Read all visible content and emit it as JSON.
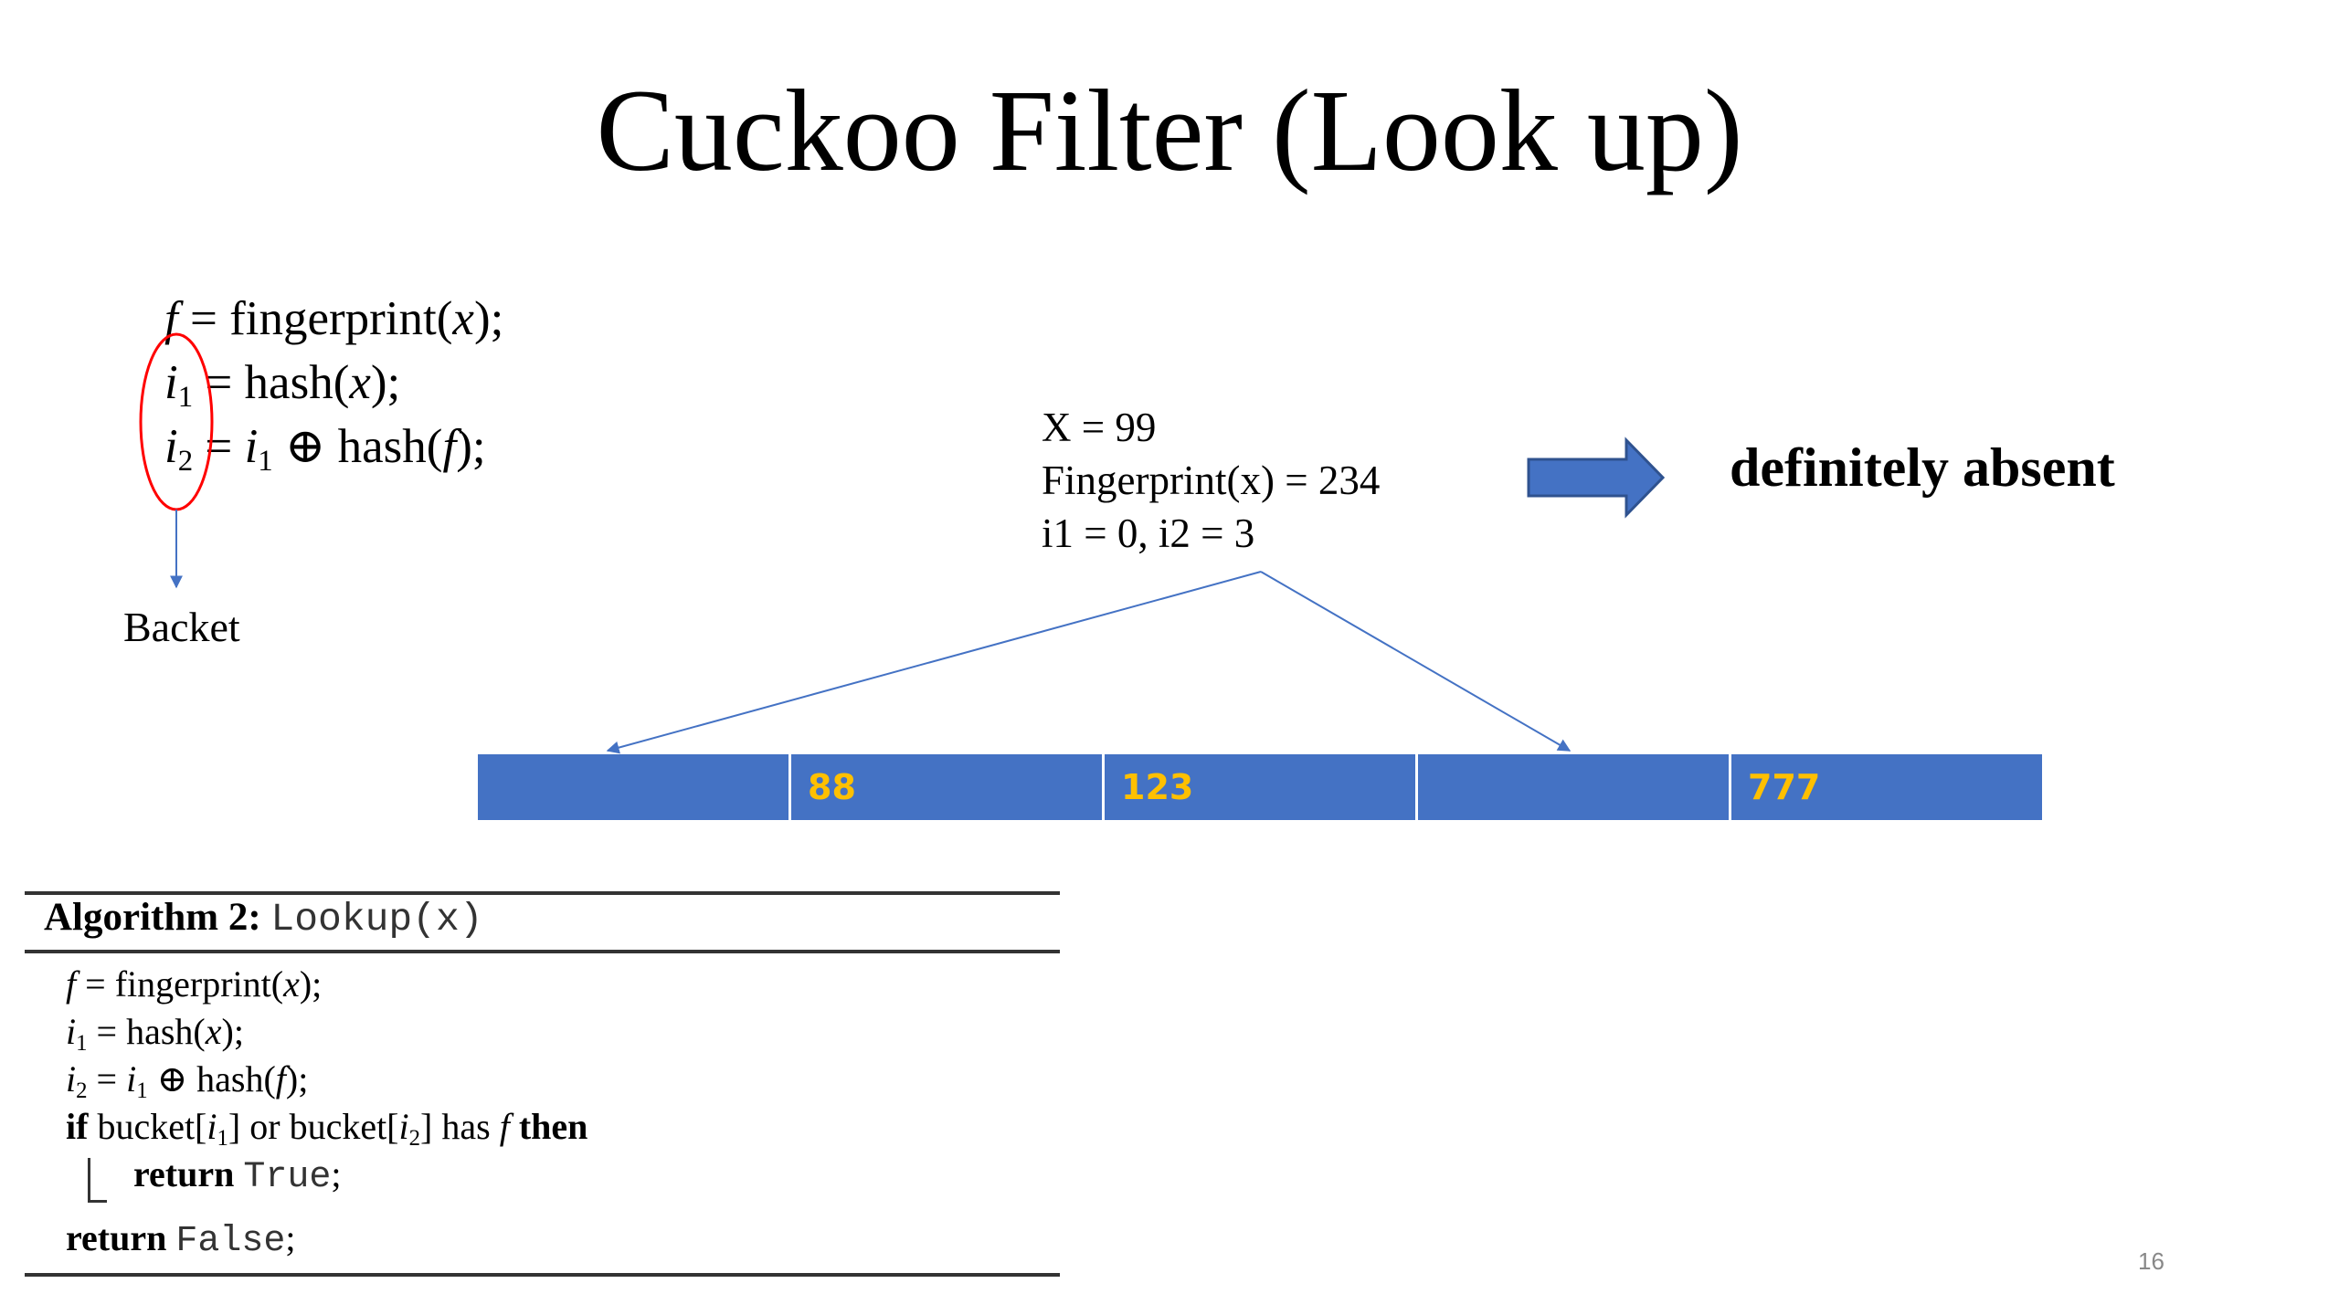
{
  "title": "Cuckoo Filter (Look up)",
  "formulas": {
    "f_var": "f",
    "fingerprint_expr": " = fingerprint(",
    "x_var": "x",
    "end": ");",
    "i": "i",
    "sub1": "1",
    "sub2": "2",
    "hash_expr": "= hash(",
    "xor_expr": " ⊕ hash(",
    "eq": "= "
  },
  "bucket_label": "Backet",
  "example": {
    "line1": "X = 99",
    "line2": "Fingerprint(x) = 234",
    "line3": "i1 = 0, i2 = 3"
  },
  "result_label": "definitely absent",
  "buckets": [
    "",
    "88",
    "123",
    "",
    "777"
  ],
  "algorithm": {
    "heading": "Algorithm 2:",
    "name": "Lookup(x)",
    "fingerprint": "fingerprint(",
    "hash": "hash(",
    "xor_hash": " ⊕ hash(",
    "if_kw": "if",
    "bucket": "bucket[",
    "or": "] or bucket[",
    "has": "] has",
    "then_kw": "then",
    "return_kw": "return",
    "true_val": "True",
    "false_val": "False"
  },
  "page_number": "16",
  "colors": {
    "bucket_fill": "#4472c4",
    "bucket_text": "#ffc000",
    "arrow_fill": "#4472c4",
    "circle": "#ff0000",
    "line": "#4472c4"
  }
}
